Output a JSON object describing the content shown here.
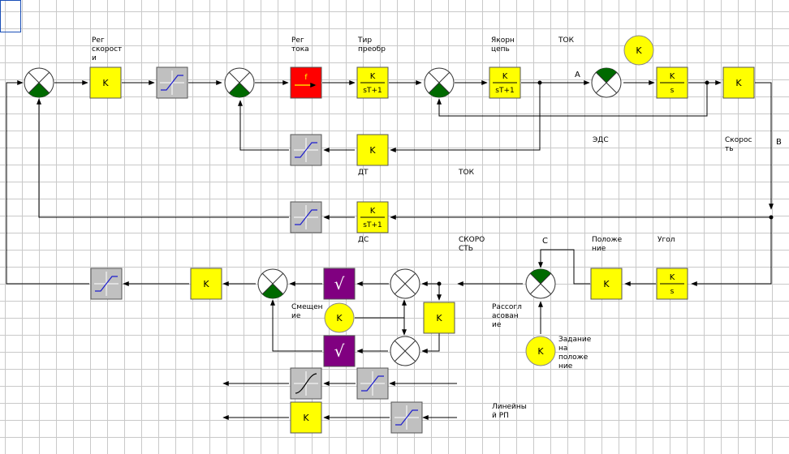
{
  "labels": {
    "reg_speed": "Рег\nскорост\nи",
    "reg_current": "Рег\nтока",
    "thyristor": "Тир\nпреобр",
    "armature": "Якорн\nцепь",
    "tok_top": "ТОК",
    "point_a": "A",
    "point_b": "B",
    "point_c": "C",
    "eds": "ЭДС",
    "speed": "Скорос\nть",
    "dt": "ДТ",
    "tok_mid": "ТОК",
    "ds": "ДС",
    "skorost": "СКОРО\nСТЬ",
    "position": "Положе\nние",
    "angle": "Угол",
    "offset": "Смещен\nие",
    "mismatch": "Рассогл\nасован\nие",
    "position_setpoint": "Задание\nна\nположе\nние",
    "linear_rp": "Линейны\nй РП"
  },
  "blocks": {
    "gain": "K",
    "tf_num": "K",
    "tf_den_first_order": "sT+1",
    "tf_den_integrator": "s",
    "func": "f",
    "sqrt": "√"
  },
  "colors": {
    "gain_fill": "#ffff00",
    "func_fill": "#ff0000",
    "sqrt_fill": "#800080",
    "limiter_fill": "#c0c0c0",
    "limiter_line": "#1c1ccc",
    "sum_sector": "#006a00",
    "wire": "#000000",
    "grid": "#c9c9c9"
  }
}
